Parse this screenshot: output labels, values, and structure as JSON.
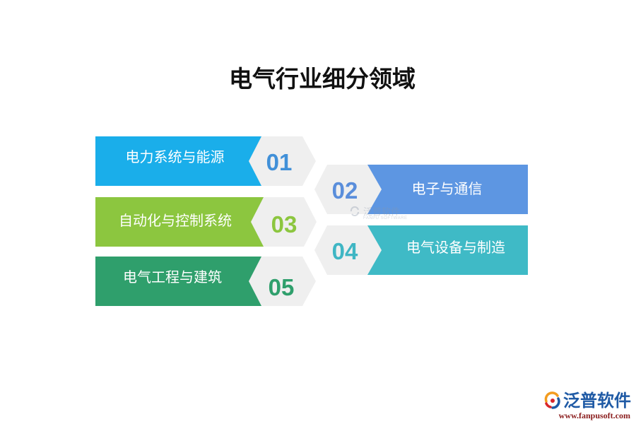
{
  "title": "电气行业细分领域",
  "badge_color": "#efefef",
  "items": [
    {
      "number": "01",
      "label": "电力系统与能源",
      "color": "#1aaeea",
      "number_color": "#4190d8"
    },
    {
      "number": "02",
      "label": "电子与通信",
      "color": "#5d96e2",
      "number_color": "#5a8edb"
    },
    {
      "number": "03",
      "label": "自动化与控制系统",
      "color": "#8cc63f",
      "number_color": "#8cc63f"
    },
    {
      "number": "04",
      "label": "电气设备与制造",
      "color": "#3fbac6",
      "number_color": "#3fb6c4"
    },
    {
      "number": "05",
      "label": "电气工程与建筑",
      "color": "#2f9f6c",
      "number_color": "#2f9f6c"
    }
  ],
  "watermark": {
    "name": "泛普软件",
    "subtitle": "FANPU SOFTWARE",
    "icon": "fanpu-logo-icon"
  },
  "logo": {
    "name": "泛普软件",
    "url": "www.fanpusoft.com",
    "icon": "fanpu-logo-icon",
    "name_color": "#1f5aa5",
    "url_color": "#8a1c1c"
  }
}
